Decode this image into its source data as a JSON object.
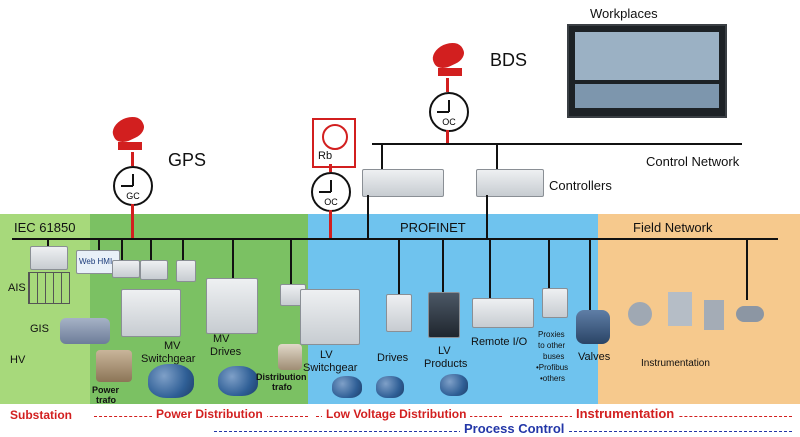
{
  "colors": {
    "substation_bg": "#a7d97b",
    "power_bg": "#7bc163",
    "lv_bg": "#6fc3ee",
    "field_bg": "#f6c98d",
    "bus": "#111111",
    "red_link": "#d21f1f",
    "footer_red": "#d21f1f",
    "footer_blue": "#2337a8"
  },
  "top": {
    "workplaces": "Workplaces",
    "bds": "BDS",
    "gps": "GPS",
    "rb": "Rb",
    "control_network": "Control Network",
    "controllers": "Controllers"
  },
  "clocks": {
    "gc": "GC",
    "oc_left": "OC",
    "oc_right": "OC"
  },
  "zones": {
    "iec": "IEC 61850",
    "profinet": "PROFINET",
    "field_network": "Field Network"
  },
  "devices": {
    "ais": "AIS",
    "gis": "GIS",
    "hv": "HV",
    "mv_switchgear_1": "MV",
    "mv_switchgear_2": "Switchgear",
    "mv_drives_1": "MV",
    "mv_drives_2": "Drives",
    "power_trafo_1": "Power",
    "power_trafo_2": "trafo",
    "distribution_trafo_1": "Distribution",
    "distribution_trafo_2": "trafo",
    "lv_switchgear_1": "LV",
    "lv_switchgear_2": "Switchgear",
    "drives": "Drives",
    "lv_products_1": "LV",
    "lv_products_2": "Products",
    "remote_io": "Remote I/O",
    "proxies_1": "Proxies",
    "proxies_2": "to other",
    "proxies_3": "buses",
    "proxies_4": "•Profibus",
    "proxies_5": "•others",
    "valves": "Valves",
    "instrumentation": "Instrumentation",
    "hmi_label": "Web HMI"
  },
  "footer": {
    "substation": "Substation",
    "power_distribution": "Power Distribution",
    "low_voltage_distribution": "Low Voltage Distribution",
    "instrumentation": "Instrumentation",
    "process_control": "Process Control"
  }
}
